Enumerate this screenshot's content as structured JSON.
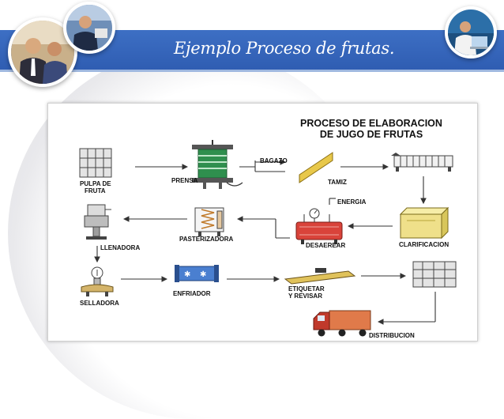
{
  "slide": {
    "title": "Ejemplo Proceso de frutas."
  },
  "diagram": {
    "heading_line1": "PROCESO DE ELABORACION",
    "heading_line2": "DE JUGO DE FRUTAS",
    "steps": {
      "pulpa_line1": "PULPA DE",
      "pulpa_line2": "FRUTA",
      "prensa": "PRENSA",
      "bagazo": "BAGAZO",
      "tamiz": "TAMIZ",
      "energia": "ENERGIA",
      "clarificacion": "CLARIFICACION",
      "desaerear": "DESAEREAR",
      "pasterizadora": "PASTERIZADORA",
      "llenadora": "LLENADORA",
      "selladora": "SELLADORA",
      "enfriador": "ENFRIADOR",
      "etiquetar_line1": "ETIQUETAR",
      "etiquetar_line2": "Y REVISAR",
      "distribucion": "DISTRIBUCION"
    }
  },
  "colors": {
    "banner": "#3163bf",
    "title_text": "#ffffff",
    "arrow": "#333333",
    "press_green": "#2f8f4e",
    "tamiz_yellow": "#e8c84a",
    "clarif_yellow": "#efe08a",
    "desaerear_red": "#d9433a",
    "enfriador_blue": "#4a7fd0",
    "truck_orange": "#e07a4a",
    "truck_red": "#c0392b"
  },
  "icons": [
    "photo-businessmen",
    "photo-worker",
    "photo-laptop-user"
  ]
}
